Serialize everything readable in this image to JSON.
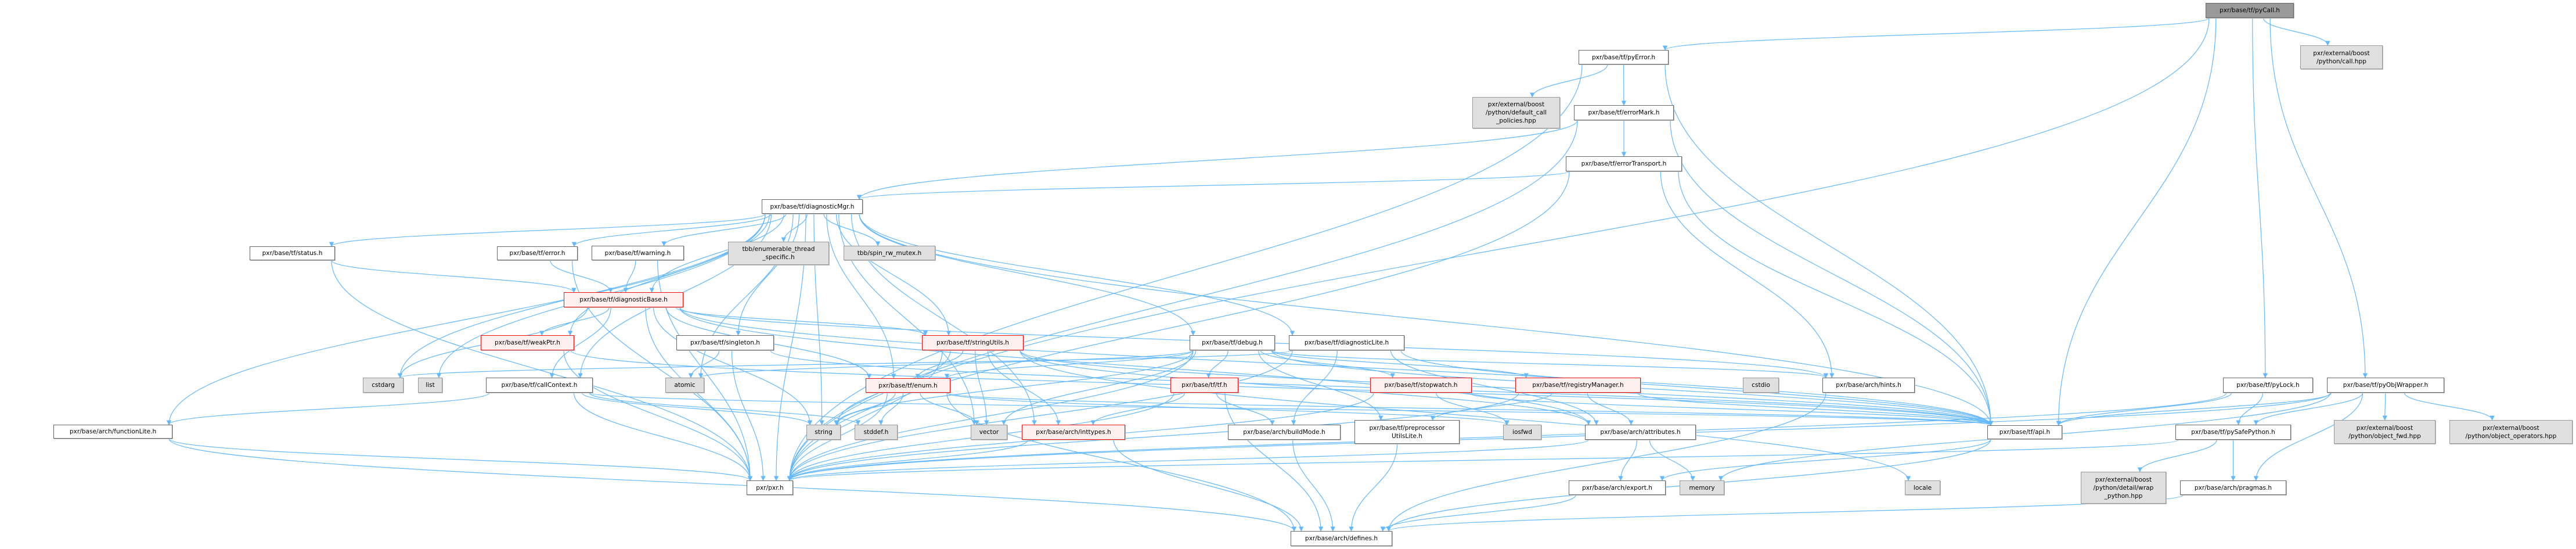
{
  "diagram": {
    "title": "pxr/base/tf/pyCall.h include dependency graph",
    "colors": {
      "edge": "#63b8ff",
      "root_fill": "#999999",
      "external_fill": "#e0e0e0",
      "incomplete_border": "#ff0000",
      "incomplete_fill": "#fff0f0"
    },
    "nodes": {
      "pyCall": "pxr/base/tf/pyCall.h",
      "callHpp": "pxr/external/boost\n/python/call.hpp",
      "pyError": "pxr/base/tf/pyError.h",
      "defaultCallPolicies": "pxr/external/boost\n/python/default_call\n_policies.hpp",
      "errorMark": "pxr/base/tf/errorMark.h",
      "errorTransport": "pxr/base/tf/errorTransport.h",
      "diagnosticMgr": "pxr/base/tf/diagnosticMgr.h",
      "status": "pxr/base/tf/status.h",
      "error": "pxr/base/tf/error.h",
      "warning": "pxr/base/tf/warning.h",
      "enumerableThread": "tbb/enumerable_thread\n_specific.h",
      "spinRwMutex": "tbb/spin_rw_mutex.h",
      "diagnosticBase": "pxr/base/tf/diagnosticBase.h",
      "weakPtr": "pxr/base/tf/weakPtr.h",
      "singleton": "pxr/base/tf/singleton.h",
      "stringUtils": "pxr/base/tf/stringUtils.h",
      "debug": "pxr/base/tf/debug.h",
      "diagnosticLite": "pxr/base/tf/diagnosticLite.h",
      "cstdarg": "cstdarg",
      "list": "list",
      "callContext": "pxr/base/tf/callContext.h",
      "atomic": "atomic",
      "enum": "pxr/base/tf/enum.h",
      "tf": "pxr/base/tf/tf.h",
      "stopwatch": "pxr/base/tf/stopwatch.h",
      "registryManager": "pxr/base/tf/registryManager.h",
      "cstdio": "cstdio",
      "hints": "pxr/base/arch/hints.h",
      "functionLite": "pxr/base/arch/functionLite.h",
      "string": "string",
      "stddef": "stddef.h",
      "vector": "vector",
      "inttypes": "pxr/base/arch/inttypes.h",
      "buildMode": "pxr/base/arch/buildMode.h",
      "preprocessorUtilsLite": "pxr/base/tf/preprocessor\nUtilsLite.h",
      "iosfwd": "iosfwd",
      "attributes": "pxr/base/arch/attributes.h",
      "api": "pxr/base/tf/api.h",
      "pyLock": "pxr/base/tf/pyLock.h",
      "pyObjWrapper": "pxr/base/tf/pyObjWrapper.h",
      "pySafePython": "pxr/base/tf/pySafePython.h",
      "objectFwd": "pxr/external/boost\n/python/object_fwd.hpp",
      "objectOperators": "pxr/external/boost\n/python/object_operators.hpp",
      "pxr": "pxr/pxr.h",
      "export": "pxr/base/arch/export.h",
      "memory": "memory",
      "locale": "locale",
      "wrapPython": "pxr/external/boost\n/python/detail/wrap\n_python.hpp",
      "pragmas": "pxr/base/arch/pragmas.h",
      "defines": "pxr/base/arch/defines.h"
    },
    "edges": [
      [
        "pyCall",
        "pyError"
      ],
      [
        "pyCall",
        "callHpp"
      ],
      [
        "pyCall",
        "api"
      ],
      [
        "pyCall",
        "pyLock"
      ],
      [
        "pyCall",
        "pyObjWrapper"
      ],
      [
        "pyCall",
        "pxr"
      ],
      [
        "pyError",
        "defaultCallPolicies"
      ],
      [
        "pyError",
        "errorMark"
      ],
      [
        "pyError",
        "api"
      ],
      [
        "pyError",
        "pxr"
      ],
      [
        "errorMark",
        "errorTransport"
      ],
      [
        "errorMark",
        "diagnosticMgr"
      ],
      [
        "errorMark",
        "api"
      ],
      [
        "errorMark",
        "pxr"
      ],
      [
        "errorTransport",
        "diagnosticMgr"
      ],
      [
        "errorTransport",
        "api"
      ],
      [
        "errorTransport",
        "hints"
      ],
      [
        "errorTransport",
        "pxr"
      ],
      [
        "diagnosticMgr",
        "status"
      ],
      [
        "diagnosticMgr",
        "error"
      ],
      [
        "diagnosticMgr",
        "warning"
      ],
      [
        "diagnosticMgr",
        "enumerableThread"
      ],
      [
        "diagnosticMgr",
        "spinRwMutex"
      ],
      [
        "diagnosticMgr",
        "diagnosticBase"
      ],
      [
        "diagnosticMgr",
        "weakPtr"
      ],
      [
        "diagnosticMgr",
        "singleton"
      ],
      [
        "diagnosticMgr",
        "stringUtils"
      ],
      [
        "diagnosticMgr",
        "debug"
      ],
      [
        "diagnosticMgr",
        "diagnosticLite"
      ],
      [
        "diagnosticMgr",
        "cstdarg"
      ],
      [
        "diagnosticMgr",
        "list"
      ],
      [
        "diagnosticMgr",
        "callContext"
      ],
      [
        "diagnosticMgr",
        "atomic"
      ],
      [
        "diagnosticMgr",
        "enum"
      ],
      [
        "diagnosticMgr",
        "functionLite"
      ],
      [
        "diagnosticMgr",
        "string"
      ],
      [
        "diagnosticMgr",
        "vector"
      ],
      [
        "diagnosticMgr",
        "inttypes"
      ],
      [
        "diagnosticMgr",
        "api"
      ],
      [
        "diagnosticMgr",
        "pxr"
      ],
      [
        "status",
        "diagnosticBase"
      ],
      [
        "status",
        "pxr"
      ],
      [
        "error",
        "diagnosticBase"
      ],
      [
        "error",
        "pxr"
      ],
      [
        "warning",
        "diagnosticBase"
      ],
      [
        "warning",
        "pxr"
      ],
      [
        "diagnosticBase",
        "weakPtr"
      ],
      [
        "diagnosticBase",
        "callContext"
      ],
      [
        "diagnosticBase",
        "cstdarg"
      ],
      [
        "diagnosticBase",
        "enum"
      ],
      [
        "diagnosticBase",
        "string"
      ],
      [
        "diagnosticBase",
        "stringUtils"
      ],
      [
        "diagnosticBase",
        "api"
      ],
      [
        "diagnosticBase",
        "hints"
      ],
      [
        "diagnosticBase",
        "attributes"
      ],
      [
        "diagnosticBase",
        "pxr"
      ],
      [
        "weakPtr",
        "pxr"
      ],
      [
        "weakPtr",
        "api"
      ],
      [
        "singleton",
        "atomic"
      ],
      [
        "singleton",
        "pxr"
      ],
      [
        "singleton",
        "api"
      ],
      [
        "stringUtils",
        "enum"
      ],
      [
        "stringUtils",
        "string"
      ],
      [
        "stringUtils",
        "vector"
      ],
      [
        "stringUtils",
        "inttypes"
      ],
      [
        "stringUtils",
        "attributes"
      ],
      [
        "stringUtils",
        "api"
      ],
      [
        "stringUtils",
        "locale"
      ],
      [
        "stringUtils",
        "pxr"
      ],
      [
        "debug",
        "tf"
      ],
      [
        "debug",
        "enum"
      ],
      [
        "debug",
        "stopwatch"
      ],
      [
        "debug",
        "registryManager"
      ],
      [
        "debug",
        "preprocessorUtilsLite"
      ],
      [
        "debug",
        "atomic"
      ],
      [
        "debug",
        "string"
      ],
      [
        "debug",
        "vector"
      ],
      [
        "debug",
        "hints"
      ],
      [
        "debug",
        "api"
      ],
      [
        "debug",
        "pxr"
      ],
      [
        "diagnosticLite",
        "buildMode"
      ],
      [
        "diagnosticLite",
        "attributes"
      ],
      [
        "diagnosticLite",
        "api"
      ],
      [
        "diagnosticLite",
        "cstdarg"
      ],
      [
        "diagnosticLite",
        "pxr"
      ],
      [
        "callContext",
        "functionLite"
      ],
      [
        "callContext",
        "string"
      ],
      [
        "callContext",
        "stddef"
      ],
      [
        "callContext",
        "api"
      ],
      [
        "callContext",
        "pxr"
      ],
      [
        "enum",
        "string"
      ],
      [
        "enum",
        "stddef"
      ],
      [
        "enum",
        "vector"
      ],
      [
        "enum",
        "pxr"
      ],
      [
        "enum",
        "defines"
      ],
      [
        "enum",
        "iosfwd"
      ],
      [
        "enum",
        "api"
      ],
      [
        "tf",
        "inttypes"
      ],
      [
        "tf",
        "buildMode"
      ],
      [
        "tf",
        "pxr"
      ],
      [
        "tf",
        "defines"
      ],
      [
        "stopwatch",
        "iosfwd"
      ],
      [
        "stopwatch",
        "api"
      ],
      [
        "stopwatch",
        "pxr"
      ],
      [
        "registryManager",
        "attributes"
      ],
      [
        "registryManager",
        "preprocessorUtilsLite"
      ],
      [
        "registryManager",
        "api"
      ],
      [
        "registryManager",
        "pxr"
      ],
      [
        "hints",
        "defines"
      ],
      [
        "functionLite",
        "pxr"
      ],
      [
        "functionLite",
        "defines"
      ],
      [
        "inttypes",
        "pxr"
      ],
      [
        "inttypes",
        "defines"
      ],
      [
        "buildMode",
        "defines"
      ],
      [
        "preprocessorUtilsLite",
        "defines"
      ],
      [
        "attributes",
        "export"
      ],
      [
        "attributes",
        "memory"
      ],
      [
        "attributes",
        "pxr"
      ],
      [
        "api",
        "export"
      ],
      [
        "api",
        "defines"
      ],
      [
        "export",
        "defines"
      ],
      [
        "pyLock",
        "pySafePython"
      ],
      [
        "pyLock",
        "api"
      ],
      [
        "pyLock",
        "pxr"
      ],
      [
        "pyObjWrapper",
        "pySafePython"
      ],
      [
        "pyObjWrapper",
        "objectFwd"
      ],
      [
        "pyObjWrapper",
        "objectOperators"
      ],
      [
        "pyObjWrapper",
        "pragmas"
      ],
      [
        "pyObjWrapper",
        "api"
      ],
      [
        "pyObjWrapper",
        "memory"
      ],
      [
        "pyObjWrapper",
        "pxr"
      ],
      [
        "pySafePython",
        "wrapPython"
      ],
      [
        "pySafePython",
        "pragmas"
      ],
      [
        "pySafePython",
        "pxr"
      ],
      [
        "pragmas",
        "defines"
      ]
    ]
  }
}
